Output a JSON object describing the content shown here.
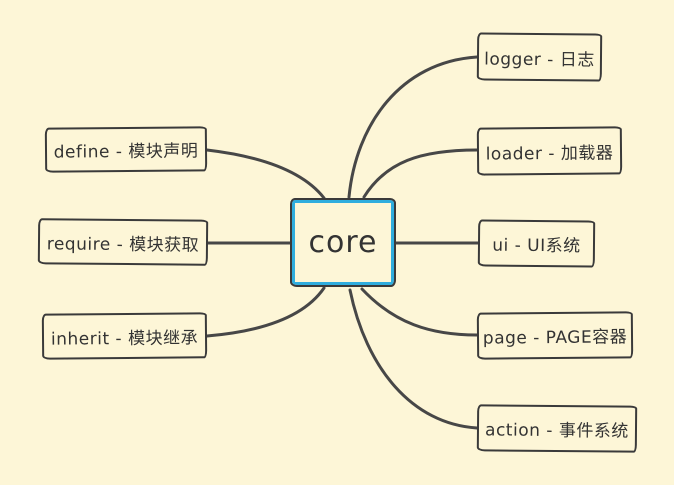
{
  "colors": {
    "background": "#fdf6d7",
    "line_color": "#474747",
    "border_color": "#3a3a3a",
    "text_color": "#333333",
    "accent_color": "#2fadde"
  },
  "diagram": {
    "type": "mindmap",
    "center": {
      "label": "core"
    },
    "left_nodes": [
      {
        "id": "define",
        "label": "define - 模块声明"
      },
      {
        "id": "require",
        "label": "require - 模块获取"
      },
      {
        "id": "inherit",
        "label": "inherit - 模块继承"
      }
    ],
    "right_nodes": [
      {
        "id": "logger",
        "label": "logger - 日志"
      },
      {
        "id": "loader",
        "label": "loader - 加载器"
      },
      {
        "id": "ui",
        "label": "ui - UI系统"
      },
      {
        "id": "page",
        "label": "page - PAGE容器"
      },
      {
        "id": "action",
        "label": "action - 事件系统"
      }
    ]
  }
}
